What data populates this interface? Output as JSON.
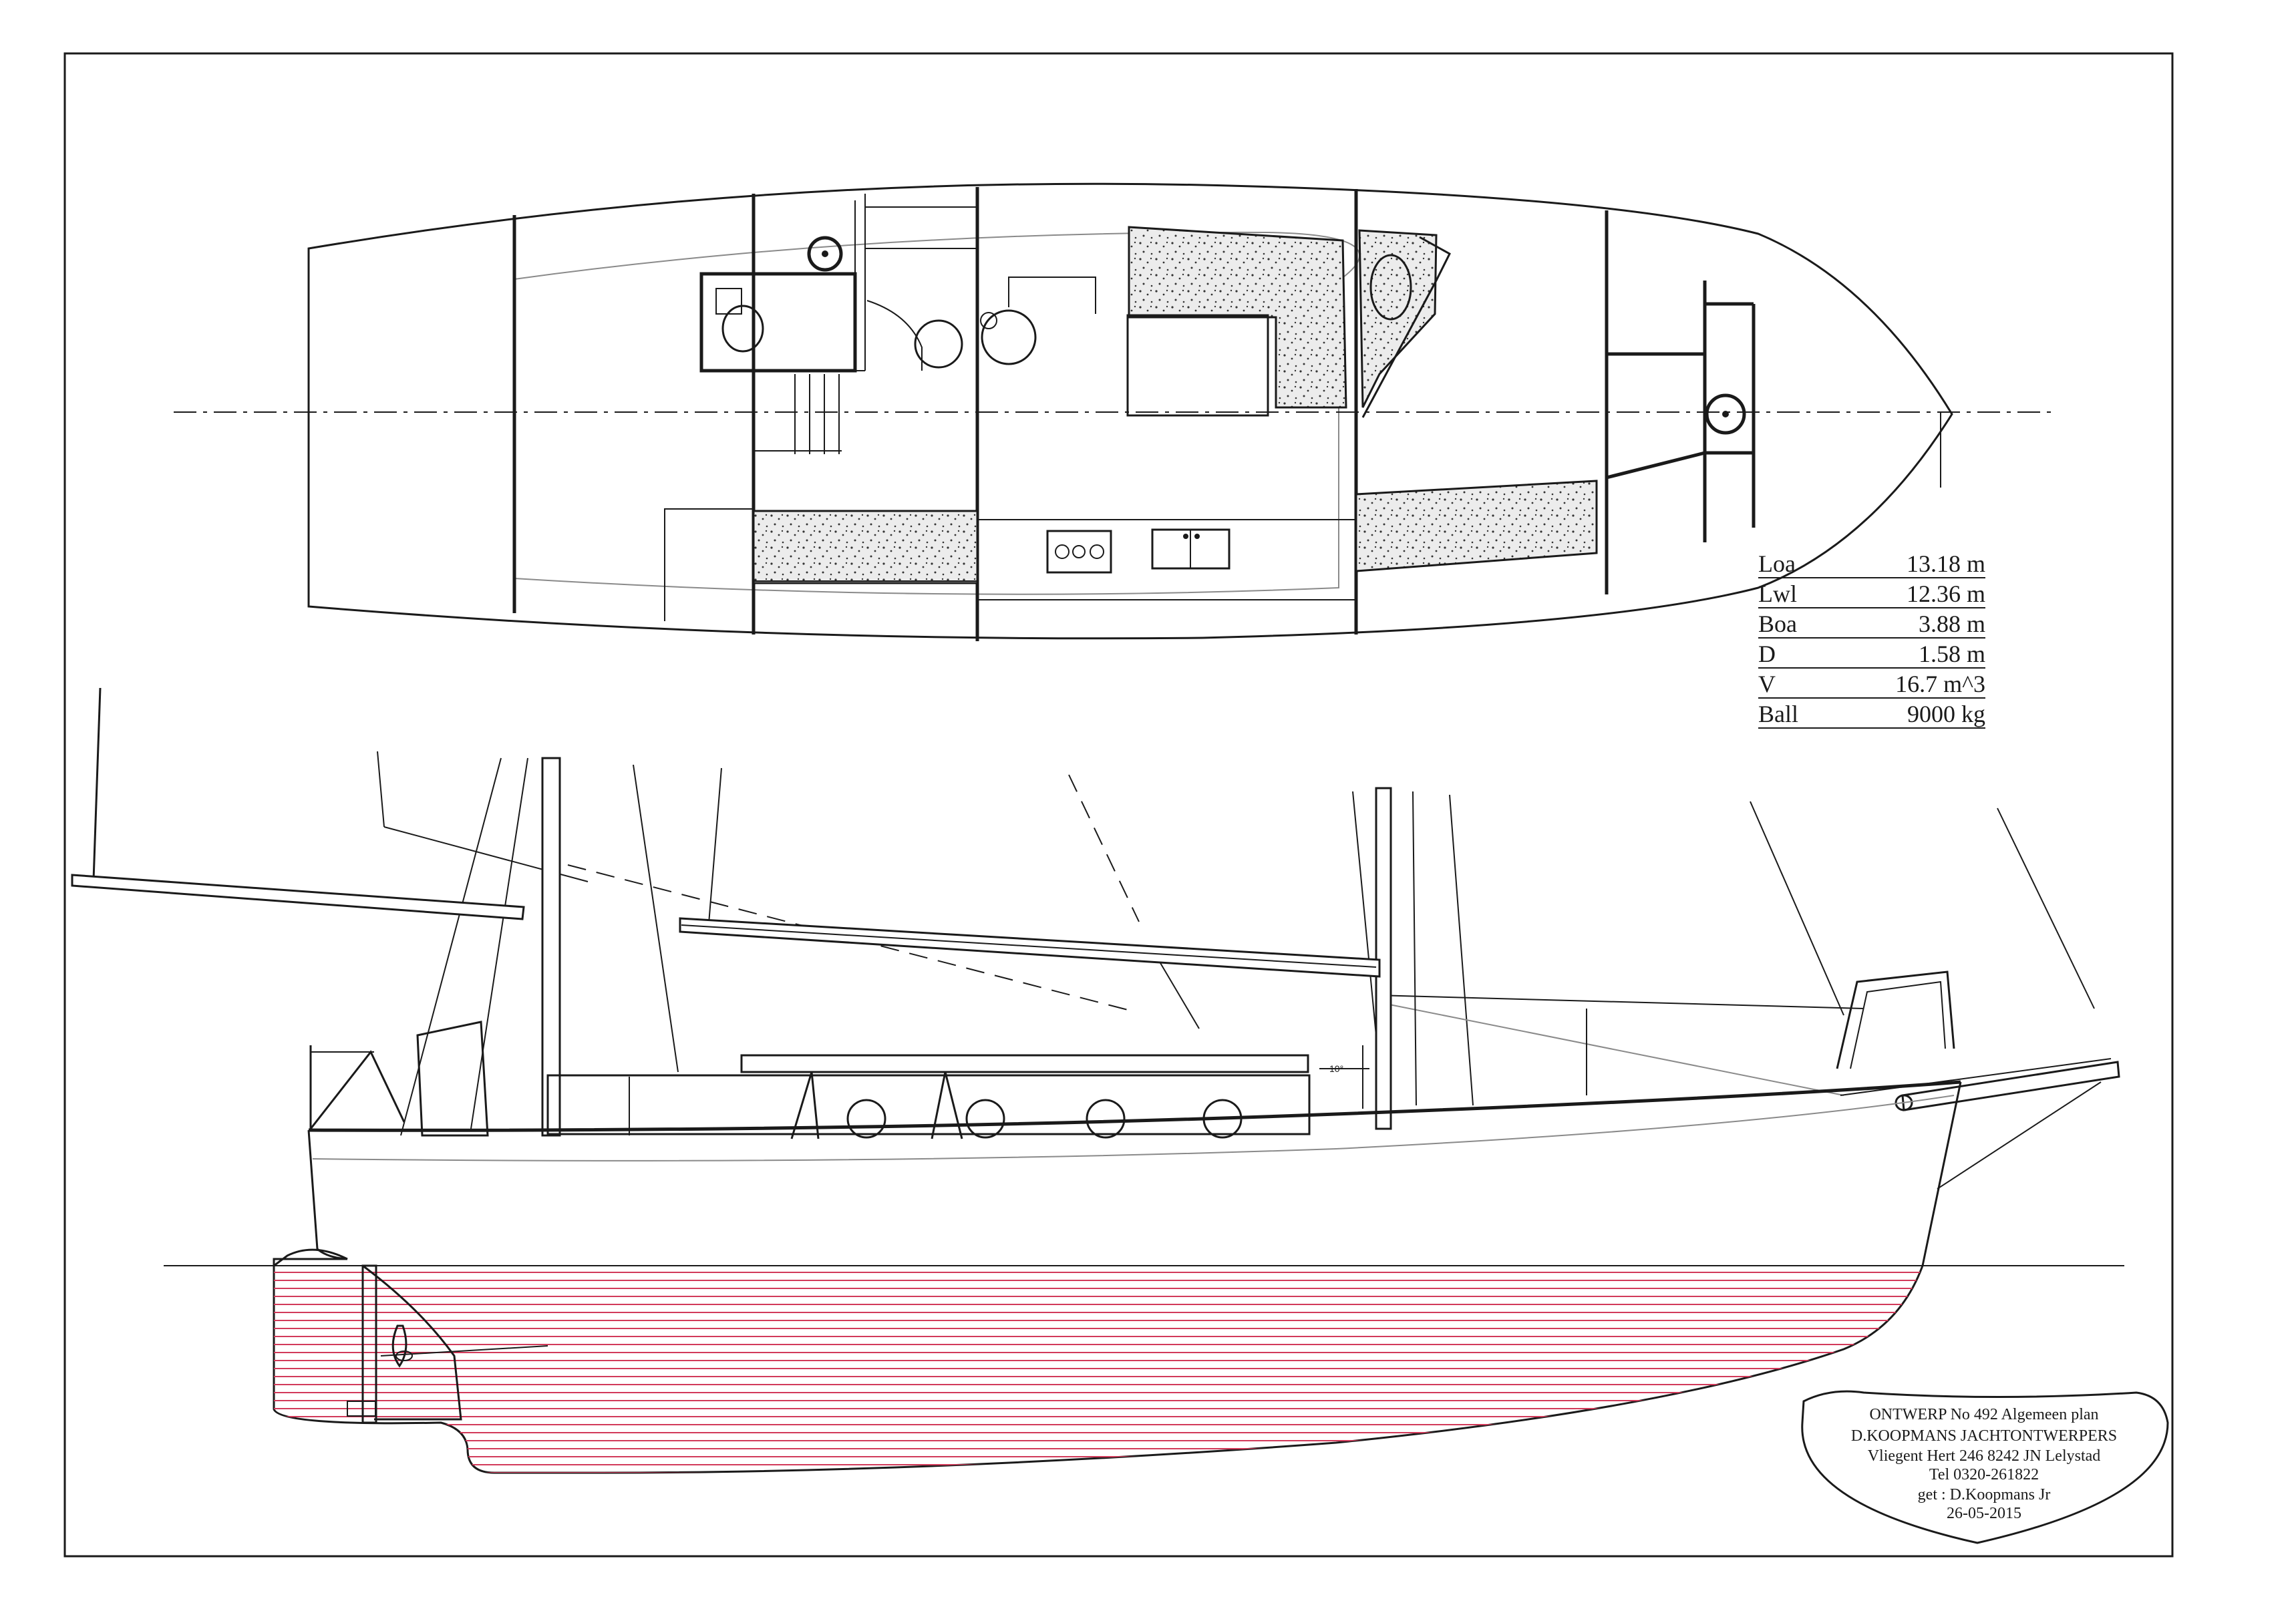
{
  "specs": {
    "rows": [
      {
        "label": "Loa",
        "value": "13.18 m"
      },
      {
        "label": "Lwl",
        "value": "12.36 m"
      },
      {
        "label": "Boa",
        "value": "3.88 m"
      },
      {
        "label": "D",
        "value": "1.58 m"
      },
      {
        "label": "V",
        "value": "16.7 m^3"
      },
      {
        "label": "Ball",
        "value": "9000 kg"
      }
    ]
  },
  "sheer_angle_label": "10°",
  "title_block": {
    "line1": "ONTWERP No 492 Algemeen plan",
    "line2": "D.KOOPMANS JACHTONTWERPERS",
    "line3": "Vliegent Hert 246 8242 JN Lelystad",
    "line4": "Tel 0320-261822",
    "line5": "get : D.Koopmans Jr",
    "line6": "26-05-2015"
  },
  "colors": {
    "ink": "#1a1a1a",
    "waterline_hatch": "#d23a5a",
    "cushion_fill": "#d9d9d9"
  }
}
